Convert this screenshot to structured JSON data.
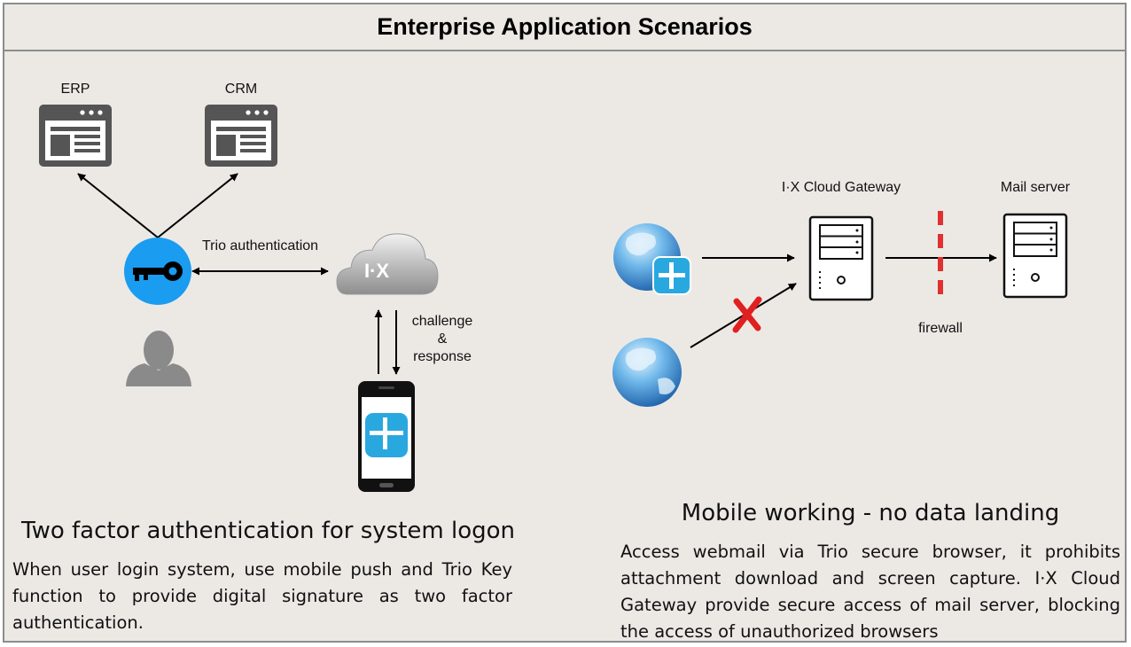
{
  "title": "Enterprise Application Scenarios",
  "left": {
    "apps": [
      {
        "label": "ERP",
        "icon": "web-app-window-icon"
      },
      {
        "label": "CRM",
        "icon": "web-app-window-icon"
      }
    ],
    "trio_auth_label": "Trio authentication",
    "cloud_logo": "I·X",
    "challenge_label": [
      "challenge",
      "&",
      "response"
    ],
    "heading": "Two factor authentication for system logon",
    "description": "When user login system, use mobile push and Trio Key function to provide digital signature as two factor authentication."
  },
  "right": {
    "gateway_label": "I·X Cloud Gateway",
    "mail_label": "Mail server",
    "firewall_label": "firewall",
    "heading": "Mobile working - no data landing",
    "description": "Access webmail via Trio secure browser, it prohibits attachment download and screen capture. I·X Cloud Gateway provide secure access of mail server, blocking the access of unauthorized browsers"
  },
  "colors": {
    "background": "#ece9e5",
    "border": "#8c8c8c",
    "key_blue": "#1a9cf0",
    "trio_blue": "#29a8e0",
    "firewall_red": "#e03030",
    "blocked_red": "#e02020",
    "icon_gray": "#555555"
  }
}
